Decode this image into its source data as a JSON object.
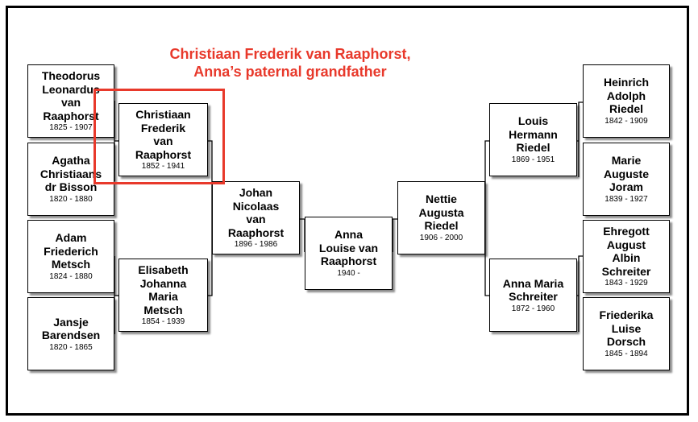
{
  "caption": {
    "line1": "Christiaan Frederik van Raaphorst,",
    "line2": "Anna’s paternal grandfather"
  },
  "people": [
    {
      "id": "theodorus",
      "name": "Theodorus\nLeonardus\nvan\nRaaphorst",
      "dates": "1825 - 1907"
    },
    {
      "id": "agatha",
      "name": "Agatha\nChristiaans\ndr Bisson",
      "dates": "1820 - 1880"
    },
    {
      "id": "adam",
      "name": "Adam\nFriederich\nMetsch",
      "dates": "1824 - 1880"
    },
    {
      "id": "jansje",
      "name": "Jansje\nBarendsen",
      "dates": "1820 - 1865"
    },
    {
      "id": "christiaan",
      "name": "Christiaan\nFrederik\nvan\nRaaphorst",
      "dates": "1852 - 1941"
    },
    {
      "id": "elisabeth",
      "name": "Elisabeth\nJohanna\nMaria\nMetsch",
      "dates": "1854 - 1939"
    },
    {
      "id": "johan",
      "name": "Johan\nNicolaas\nvan\nRaaphorst",
      "dates": "1896 - 1986"
    },
    {
      "id": "anna",
      "name": "Anna\nLouise van\nRaaphorst",
      "dates": "1940 -"
    },
    {
      "id": "nettie",
      "name": "Nettie\nAugusta\nRiedel",
      "dates": "1906 - 2000"
    },
    {
      "id": "louis",
      "name": "Louis\nHermann\nRiedel",
      "dates": "1869 - 1951"
    },
    {
      "id": "annamaria",
      "name": "Anna Maria\nSchreiter",
      "dates": "1872 - 1960"
    },
    {
      "id": "heinrich",
      "name": "Heinrich\nAdolph\nRiedel",
      "dates": "1842 - 1909"
    },
    {
      "id": "marie",
      "name": "Marie\nAuguste\nJoram",
      "dates": "1839 - 1927"
    },
    {
      "id": "ehregott",
      "name": "Ehregott\nAugust\nAlbin\nSchreiter",
      "dates": "1843 - 1929"
    },
    {
      "id": "friederika",
      "name": "Friederika\nLuise\nDorsch",
      "dates": "1845 - 1894"
    }
  ]
}
